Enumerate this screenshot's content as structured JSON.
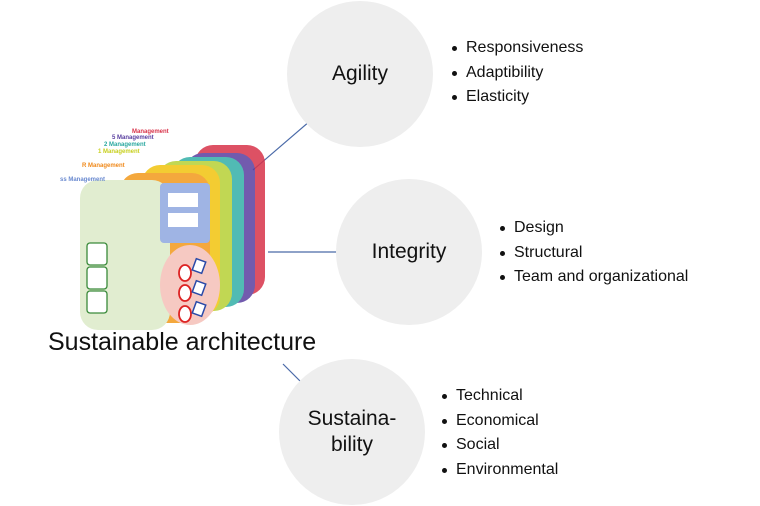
{
  "title": "Sustainable architecture",
  "picture": {
    "labels": [
      "ss Management",
      "R Management",
      "1 Management",
      "2 Management",
      "5 Management",
      "Management"
    ]
  },
  "nodes": [
    {
      "label": "Agility",
      "items": [
        "Responsiveness",
        "Adaptibility",
        "Elasticity"
      ]
    },
    {
      "label": "Integrity",
      "items": [
        "Design",
        "Structural",
        "Team and organizational"
      ]
    },
    {
      "label": "Sustaina-\nbility",
      "label_lines": [
        "Sustaina-",
        "bility"
      ],
      "items": [
        "Technical",
        "Economical",
        "Social",
        "Environmental"
      ]
    }
  ],
  "colors": {
    "circle": "#eeeeee",
    "connector": "#4a6aa8"
  }
}
